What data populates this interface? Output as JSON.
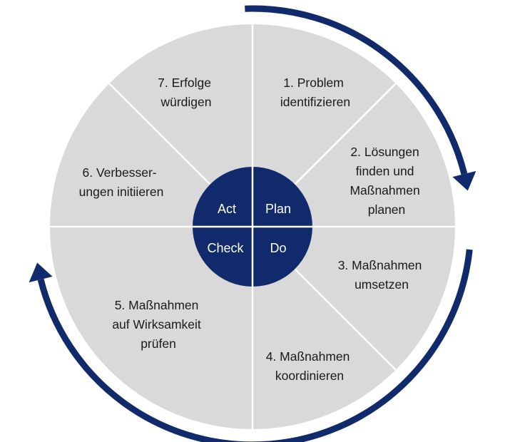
{
  "diagram": {
    "colors": {
      "segment_fill": "#d9d9d9",
      "segment_stroke": "#ffffff",
      "core_fill": "#102a6b",
      "arrow": "#102a6b",
      "text": "#1a1a1a",
      "core_text": "#ffffff"
    },
    "core": {
      "act": "Act",
      "plan": "Plan",
      "check": "Check",
      "do": "Do"
    },
    "segments": [
      {
        "id": "step-1",
        "lines": [
          "1. Problem",
          "identifizieren"
        ]
      },
      {
        "id": "step-2",
        "lines": [
          "2. Lösungen",
          "finden und",
          "Maßnahmen",
          "planen"
        ]
      },
      {
        "id": "step-3",
        "lines": [
          "3. Maßnahmen",
          "umsetzen"
        ]
      },
      {
        "id": "step-4",
        "lines": [
          "4. Maßnahmen",
          "koordinieren"
        ]
      },
      {
        "id": "step-5",
        "lines": [
          "5. Maßnahmen",
          "auf Wirksamkeit",
          "prüfen"
        ]
      },
      {
        "id": "step-6",
        "lines": [
          "6. Verbesser-",
          "ungen initiieren"
        ]
      },
      {
        "id": "step-7",
        "lines": [
          "7. Erfolge",
          "würdigen"
        ]
      }
    ],
    "arrows": [
      {
        "name": "top-right-cycle-arrow-icon",
        "direction": "clockwise"
      },
      {
        "name": "bottom-left-cycle-arrow-icon",
        "direction": "clockwise"
      }
    ]
  }
}
